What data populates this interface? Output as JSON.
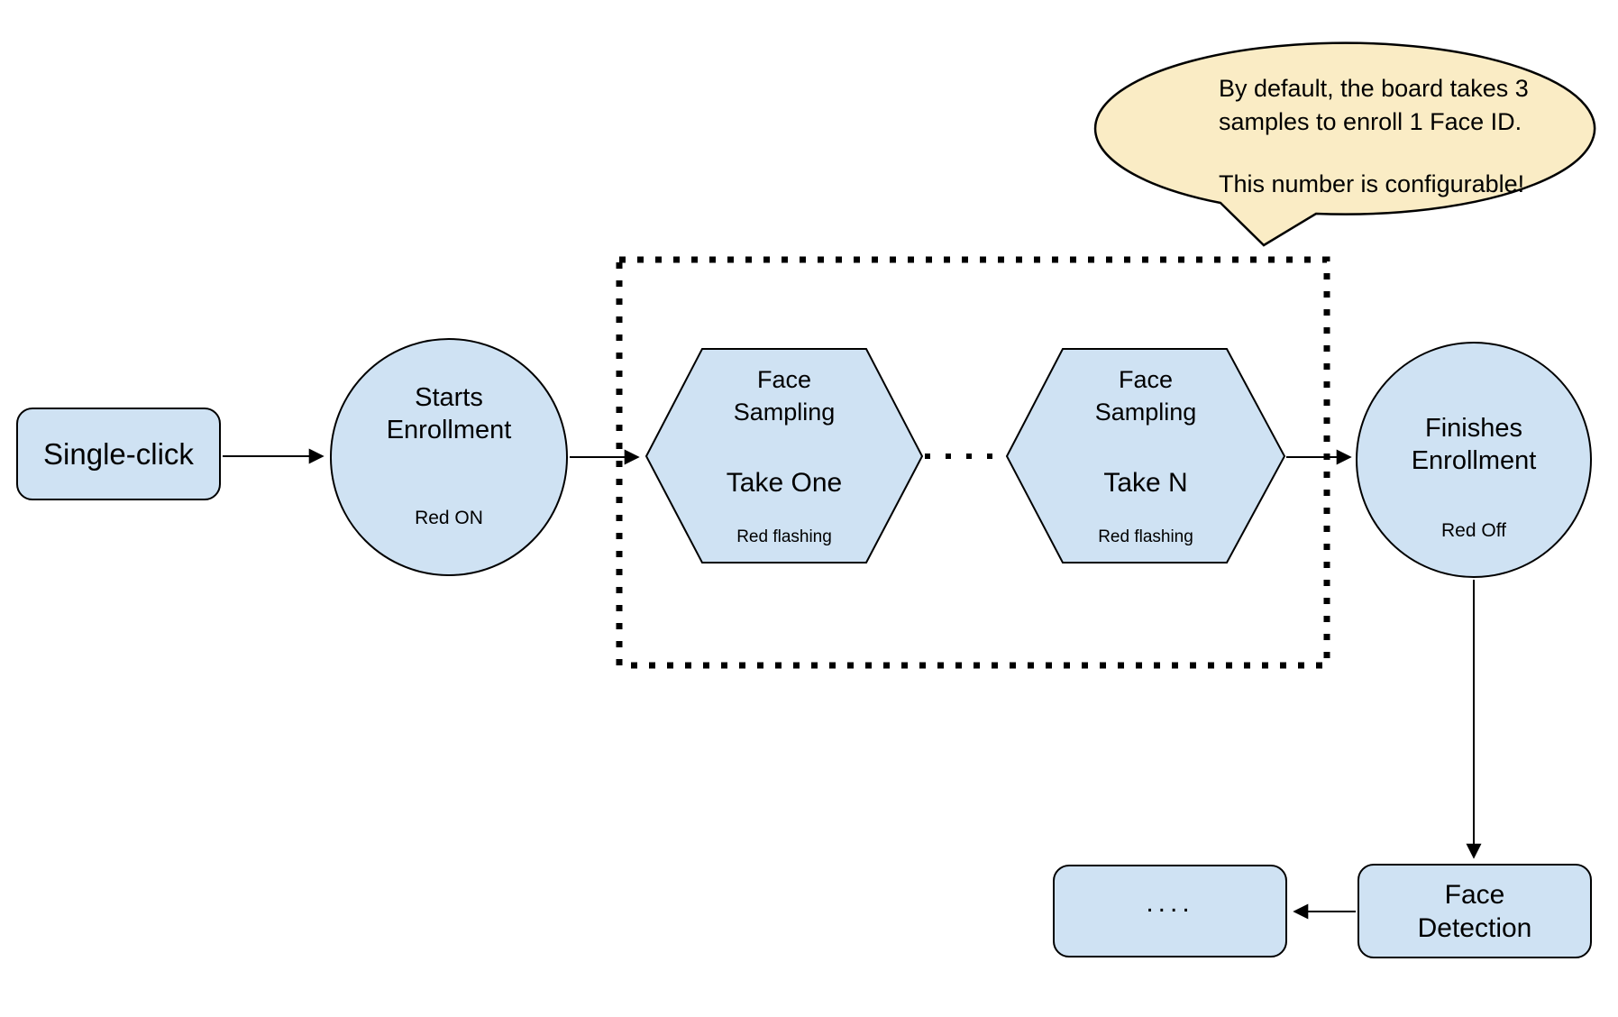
{
  "bubble": {
    "line1": "By default, the board takes 3",
    "line2": "samples to enroll 1 Face ID.",
    "line3": "This number is configurable!"
  },
  "nodes": {
    "single_click": {
      "label": "Single-click"
    },
    "starts_enrollment": {
      "title_line1": "Starts",
      "title_line2": "Enrollment",
      "subtext": "Red ON"
    },
    "face_sampling_one": {
      "line1": "Face",
      "line2": "Sampling",
      "take": "Take One",
      "subtext": "Red flashing"
    },
    "face_sampling_n": {
      "line1": "Face",
      "line2": "Sampling",
      "take": "Take N",
      "subtext": "Red flashing"
    },
    "finishes_enrollment": {
      "title_line1": "Finishes",
      "title_line2": "Enrollment",
      "subtext": "Red Off"
    },
    "face_detection": {
      "line1": "Face",
      "line2": "Detection"
    },
    "continuation": {
      "label": "...."
    }
  },
  "colors": {
    "shape_fill": "#cfe2f3",
    "shape_stroke": "#000000",
    "bubble_fill": "#faecc5",
    "arrow_color": "#000000",
    "dotted_color": "#000000",
    "background": "#ffffff"
  }
}
